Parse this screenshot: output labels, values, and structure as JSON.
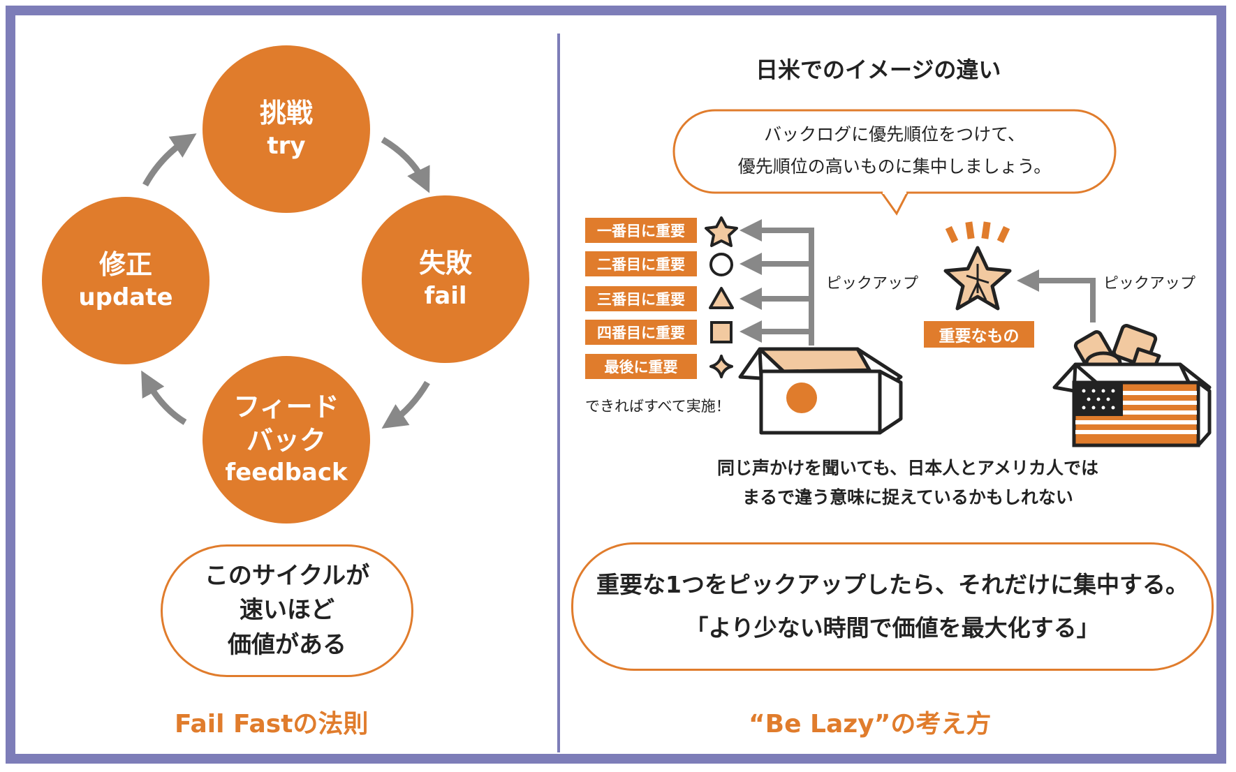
{
  "left": {
    "cycle": [
      {
        "jp": "挑戦",
        "en": "try"
      },
      {
        "jp": "失敗",
        "en": "fail"
      },
      {
        "jp": "フィード\nバック",
        "en": "feedback"
      },
      {
        "jp": "修正",
        "en": "update"
      }
    ],
    "note_lines": [
      "このサイクルが",
      "速いほど",
      "価値がある"
    ],
    "footer": "Fail Fastの法則"
  },
  "right": {
    "title": "日米でのイメージの違い",
    "bubble_lines": [
      "バックログに優先順位をつけて、",
      "優先順位の高いものに集中しましょう。"
    ],
    "ranks": [
      "一番目に重要",
      "二番目に重要",
      "三番目に重要",
      "四番目に重要",
      "最後に重要"
    ],
    "do_all": "できればすべて実施！",
    "pickup_jp": "ピックアップ",
    "pickup_us": "ピックアップ",
    "important_label": "重要なもの",
    "caption_lines": [
      "同じ声かけを聞いても、日本人とアメリカ人では",
      "まるで違う意味に捉えているかもしれない"
    ],
    "summary_lines": [
      "重要な1つをピックアップしたら、それだけに集中する。",
      "「より少ない時間で価値を最大化する」"
    ],
    "footer": "“Be Lazy”の考え方"
  },
  "colors": {
    "accent": "#e07c2c",
    "frame": "#7d7db8",
    "arrow": "#888888",
    "peach": "#f2c9a0"
  }
}
